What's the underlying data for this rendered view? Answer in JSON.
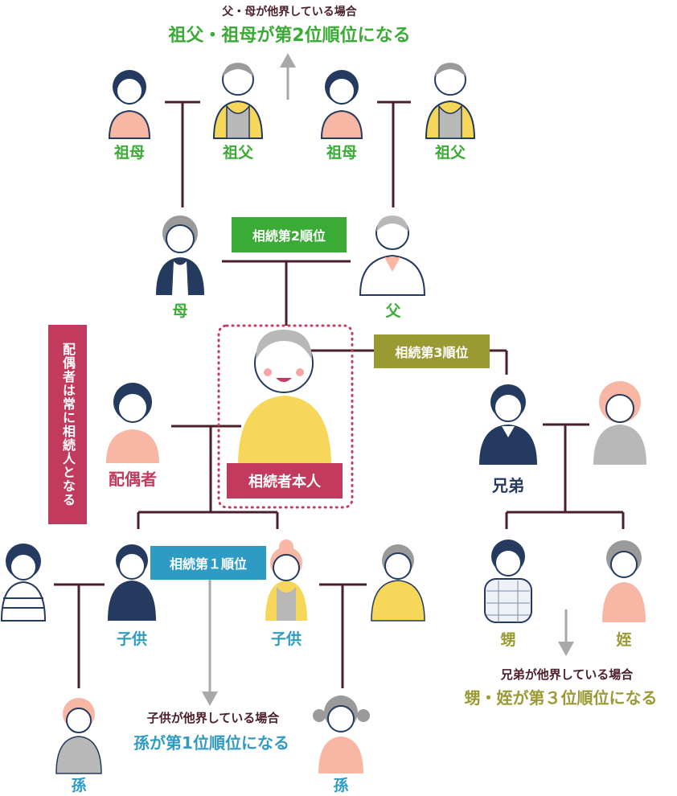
{
  "colors": {
    "green": "#3aab35",
    "olive": "#9a9a32",
    "blue": "#2e9bc5",
    "crimson": "#c23b5e",
    "navy": "#243a5e",
    "line": "#4a1f2a",
    "arrow": "#a9a9a9",
    "skin": "#ffffff",
    "cheek": "#f7c94f"
  },
  "notes": {
    "grandparents": {
      "line1": "父・母が他界している場合",
      "line2": "祖父・祖母が第2位順位になる"
    },
    "grandchildren": {
      "line1": "子供が他界している場合",
      "line2": "孫が第1位順位になる"
    },
    "nephews": {
      "line1": "兄弟が他界している場合",
      "line2": "甥・姪が第３位順位になる"
    }
  },
  "badges": {
    "rank2": "相続第2順位",
    "rank3": "相続第3順位",
    "rank1": "相続第１順位",
    "decedent": "相続者本人",
    "spouse_note": "配偶者は常に相続人となる"
  },
  "labels": {
    "grandmother_1": "祖母",
    "grandfather_1": "祖父",
    "grandmother_2": "祖母",
    "grandfather_2": "祖父",
    "mother": "母",
    "father": "父",
    "spouse": "配偶者",
    "sibling": "兄弟",
    "child_1": "子供",
    "child_2": "子供",
    "nephew": "甥",
    "niece": "姪",
    "grandchild_1": "孫",
    "grandchild_2": "孫"
  }
}
